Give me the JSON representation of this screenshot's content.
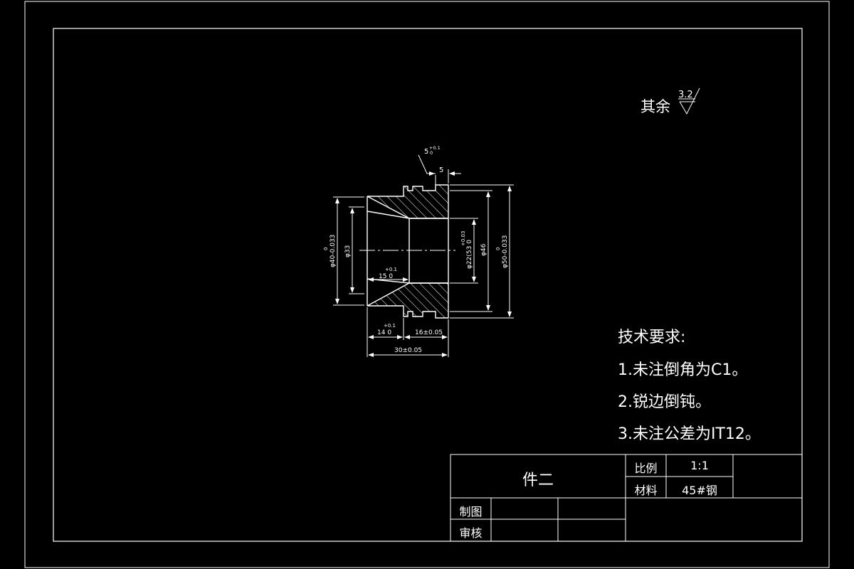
{
  "roughness": {
    "remark": "其余",
    "value": "3.2"
  },
  "dimensions": {
    "groove_width": "5",
    "groove_tol_upper": "+0.1",
    "groove_tol_lower": "0",
    "groove_pitch": "5",
    "dia40": "φ40-0.033",
    "dia40_upper": "0",
    "dia33": "φ33",
    "dia22": "φ22(53 0",
    "dia22_upper": "+0.03",
    "dia46": "φ46",
    "dia50": "φ50-0.033",
    "dia50_upper": "0",
    "len15": "15 0",
    "len15_upper": "+0.1",
    "len14": "14 0",
    "len14_upper": "+0.1",
    "len16": "16±0.05",
    "len30": "30±0.05"
  },
  "tech_requirements": {
    "title": "技术要求:",
    "items": [
      "1.未注倒角为C1。",
      "2.锐边倒钝。",
      "3.未注公差为IT12。"
    ]
  },
  "title_block": {
    "part_name": "件二",
    "scale_label": "比例",
    "scale_value": "1:1",
    "material_label": "材料",
    "material_value": "45#钢",
    "drawn_label": "制图",
    "checked_label": "审核"
  }
}
